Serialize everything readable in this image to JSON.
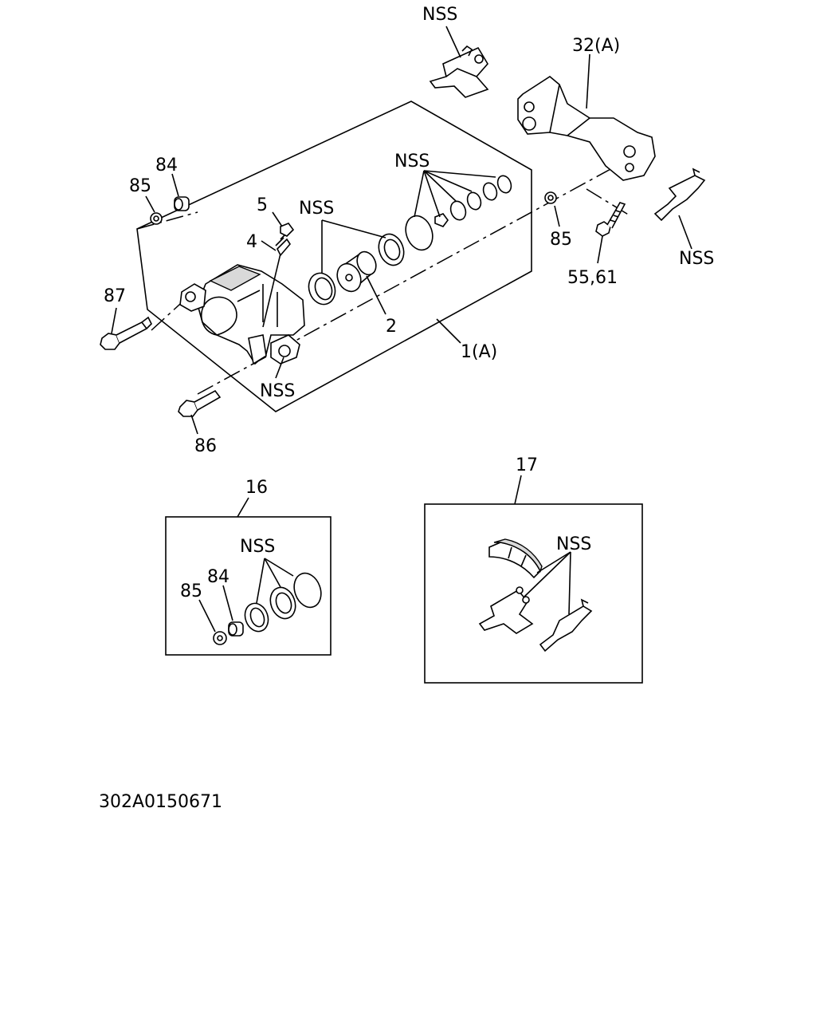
{
  "callouts": {
    "nss_top": "NSS",
    "c32a": "32(A)",
    "c84": "84",
    "c85_left": "85",
    "nss_seals": "NSS",
    "c5": "5",
    "nss_piston": "NSS",
    "c4": "4",
    "c85_right": "85",
    "nss_right": "NSS",
    "c5561": "55,61",
    "c87": "87",
    "c2": "2",
    "c1a": "1(A)",
    "nss_bottom": "NSS",
    "c86": "86",
    "c16": "16",
    "c17": "17",
    "kit16_nss": "NSS",
    "kit16_84": "84",
    "kit16_85": "85",
    "kit17_nss": "NSS"
  },
  "diagram_code": "302A0150671"
}
